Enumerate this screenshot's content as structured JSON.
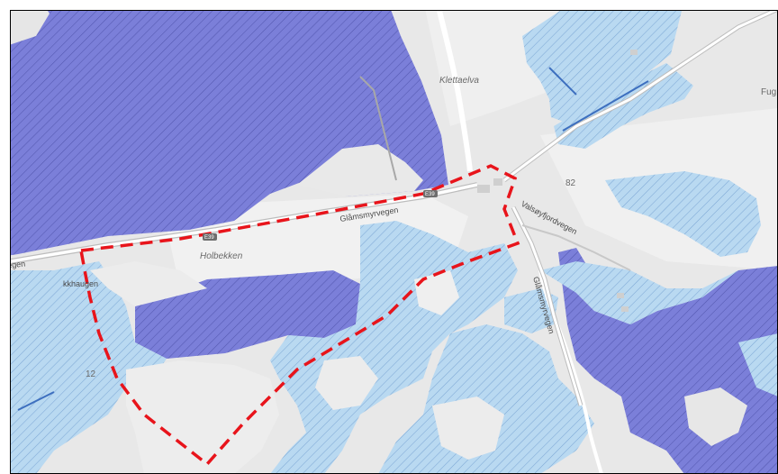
{
  "map": {
    "colors": {
      "base": "#e7e7e7",
      "base_light": "#f2f2f2",
      "dark_zone": "#7b7fd9",
      "dark_zone_hatch": "#5458b0",
      "light_zone": "#b9d9f1",
      "light_zone_hatch": "#6f9fd0",
      "road": "#ffffff",
      "road_edge": "#bdbdbd",
      "boundary": "#e8141b",
      "frame": "#000000",
      "river": "#ffffff"
    },
    "labels": {
      "klettaelva": "Klettaelva",
      "glamsmyrvegen_main": "Glåmsmyrvegen",
      "glamsmyrvegen_side": "Glåmsmyrvegen",
      "valsoyfjordvegen": "Valsøyfjordvegen",
      "holbekken": "Holbekken",
      "bekkhaugen": "kkhaugen",
      "vegen_left": "vegen",
      "fug": "Fug",
      "elevation_82": "82",
      "elevation_12": "12"
    },
    "road_shields": {
      "shield_1": "E39",
      "shield_2": "E39"
    },
    "icons": {
      "boundary": "dashed-boundary-line",
      "road_shield": "road-number-shield"
    }
  }
}
